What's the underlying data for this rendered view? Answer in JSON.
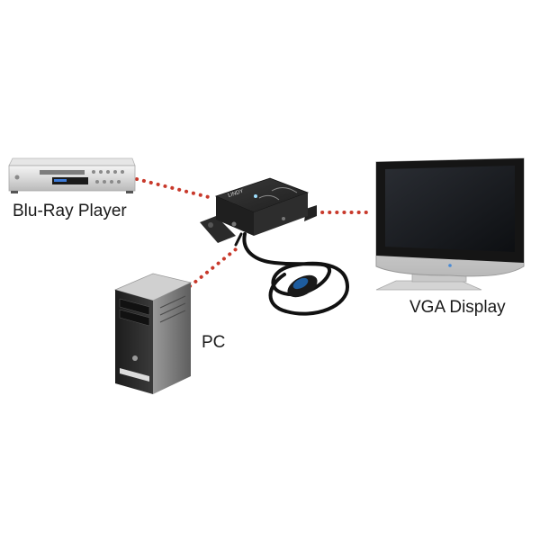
{
  "labels": {
    "bluray": "Blu-Ray Player",
    "vga": "VGA Display",
    "pc": "PC"
  },
  "device": {
    "brand": "LINDY"
  },
  "colors": {
    "connector_dots": "#c8392b",
    "device_body": "#2b2b2b",
    "background": "#ffffff"
  },
  "icons": [
    "bluray-player-icon",
    "converter-box-icon",
    "remote-sensor-icon",
    "pc-tower-icon",
    "vga-display-icon"
  ]
}
